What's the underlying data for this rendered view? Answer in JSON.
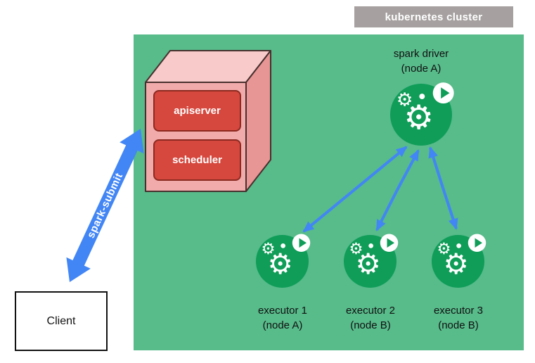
{
  "cluster": {
    "badge_label": "kubernetes cluster"
  },
  "client": {
    "label": "Client"
  },
  "spark_submit": {
    "label": "spark-submit"
  },
  "control_plane": {
    "apiserver": "apiserver",
    "scheduler": "scheduler"
  },
  "driver": {
    "name": "spark driver",
    "node": "(node A)"
  },
  "executors": [
    {
      "name": "executor 1",
      "node": "(node A)"
    },
    {
      "name": "executor 2",
      "node": "(node B)"
    },
    {
      "name": "executor 3",
      "node": "(node B)"
    }
  ],
  "icons": {
    "gear": "⚙"
  },
  "colors": {
    "cluster_bg": "#57bb8a",
    "badge_bg": "#a6a0a0",
    "arrow_blue": "#4286f5",
    "pod_green": "#0f9d58",
    "box_front": "#f2abab",
    "box_top": "#f8caca",
    "box_side": "#e89595",
    "box_outline": "#47302e",
    "component_red": "#d6473d",
    "component_border": "#8c2a21"
  }
}
